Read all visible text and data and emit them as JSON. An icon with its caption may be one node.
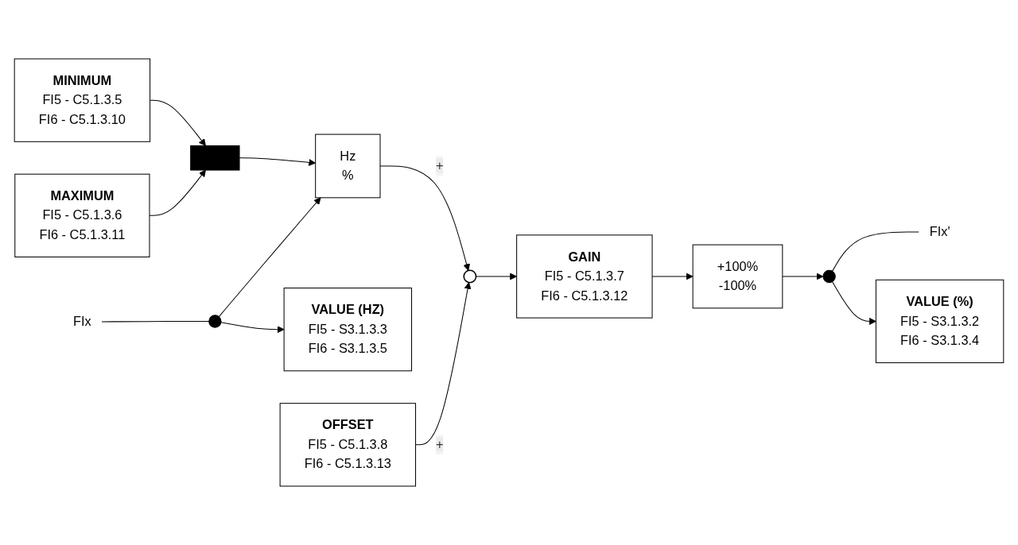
{
  "diagram": {
    "nodes": [
      {
        "text": [
          "MINIMUM",
          "FI5 - C5.1.3.5",
          "FI6 - C5.1.3.10"
        ]
      },
      {
        "text": [
          "MAXIMUM",
          "FI5 - C5.1.3.6",
          "FI6 - C5.1.3.11"
        ]
      },
      {
        "text": [],
        "shape": "bar"
      },
      {
        "text": [
          "VALUE (%)",
          "FI5 - S3.1.3.2",
          "FI6 - S3.1.3.4"
        ]
      },
      {
        "text": [
          "FIx"
        ]
      },
      {
        "text": [],
        "shape": "circle"
      },
      {
        "text": [
          "Hz",
          "%"
        ]
      },
      {
        "text": [],
        "shape": "circle"
      },
      {
        "text": [
          "GAIN",
          "FI5 - C5.1.3.7",
          "FI6 - C5.1.3.12"
        ]
      },
      {
        "text": [
          "+100%",
          "-100%"
        ]
      },
      {
        "text": [],
        "shape": "circle"
      },
      {
        "text": [
          "FIx'"
        ]
      },
      {
        "text": [
          "VALUE (HZ)",
          "FI5 - S3.1.3.3",
          "FI6 - S3.1.3.5"
        ]
      },
      {
        "text": [
          "OFFSET",
          "FI5 - C5.1.3.8",
          "FI6 - C5.1.3.13"
        ]
      }
    ],
    "edges": [
      {
        "from": 0,
        "to": 2,
        "arrow": "to"
      },
      {
        "from": 1,
        "to": 2,
        "arrow": "to"
      },
      {
        "from": 2,
        "to": 6,
        "arrow": "to"
      },
      {
        "from": 4,
        "to": 5,
        "arrow": "none"
      },
      {
        "from": 5,
        "to": 6,
        "arrow": "to"
      },
      {
        "from": 5,
        "to": 12,
        "arrow": "to"
      },
      {
        "from": 6,
        "to": 7,
        "arrow": "to",
        "label": "+"
      },
      {
        "from": 13,
        "to": 7,
        "arrow": "to",
        "label": "+"
      },
      {
        "from": 7,
        "to": 8,
        "arrow": "to"
      },
      {
        "from": 8,
        "to": 9,
        "arrow": "to"
      },
      {
        "from": 9,
        "to": 10,
        "arrow": "to"
      },
      {
        "from": 10,
        "to": 11,
        "arrow": "none"
      },
      {
        "from": 10,
        "to": 3,
        "arrow": "to"
      }
    ]
  }
}
